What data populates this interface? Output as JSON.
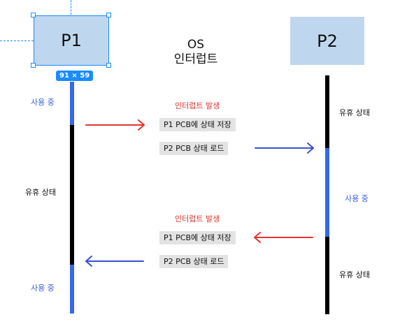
{
  "title": {
    "line1": "OS",
    "line2": "인터럽트"
  },
  "processes": {
    "p1": "P1",
    "p2": "P2"
  },
  "selection_badge": "91 × 59",
  "states": {
    "p1_running_1": "사용 중",
    "p1_idle": "유휴 상태",
    "p1_running_2": "사용 중",
    "p2_idle_1": "유휴 상태",
    "p2_running": "사용 중",
    "p2_idle_2": "유휴 상태"
  },
  "events": {
    "interrupt_1": "인터럽트 발생",
    "interrupt_2": "인터럽트 발생"
  },
  "operations": {
    "save_p1_1": "P1 PCB에 상태 저장",
    "load_p2_1": "P2 PCB 상태 로드",
    "save_p1_2": "P1 PCB에 상태 저장",
    "load_p2_2": "P2 PCB 상태 로드"
  },
  "colors": {
    "process_box": "#bfd7ee",
    "running": "#3469e8",
    "idle": "#000000",
    "interrupt_arrow": "#e0352f",
    "dispatch_arrow": "#3a50d0",
    "selection": "#1a8cff"
  }
}
